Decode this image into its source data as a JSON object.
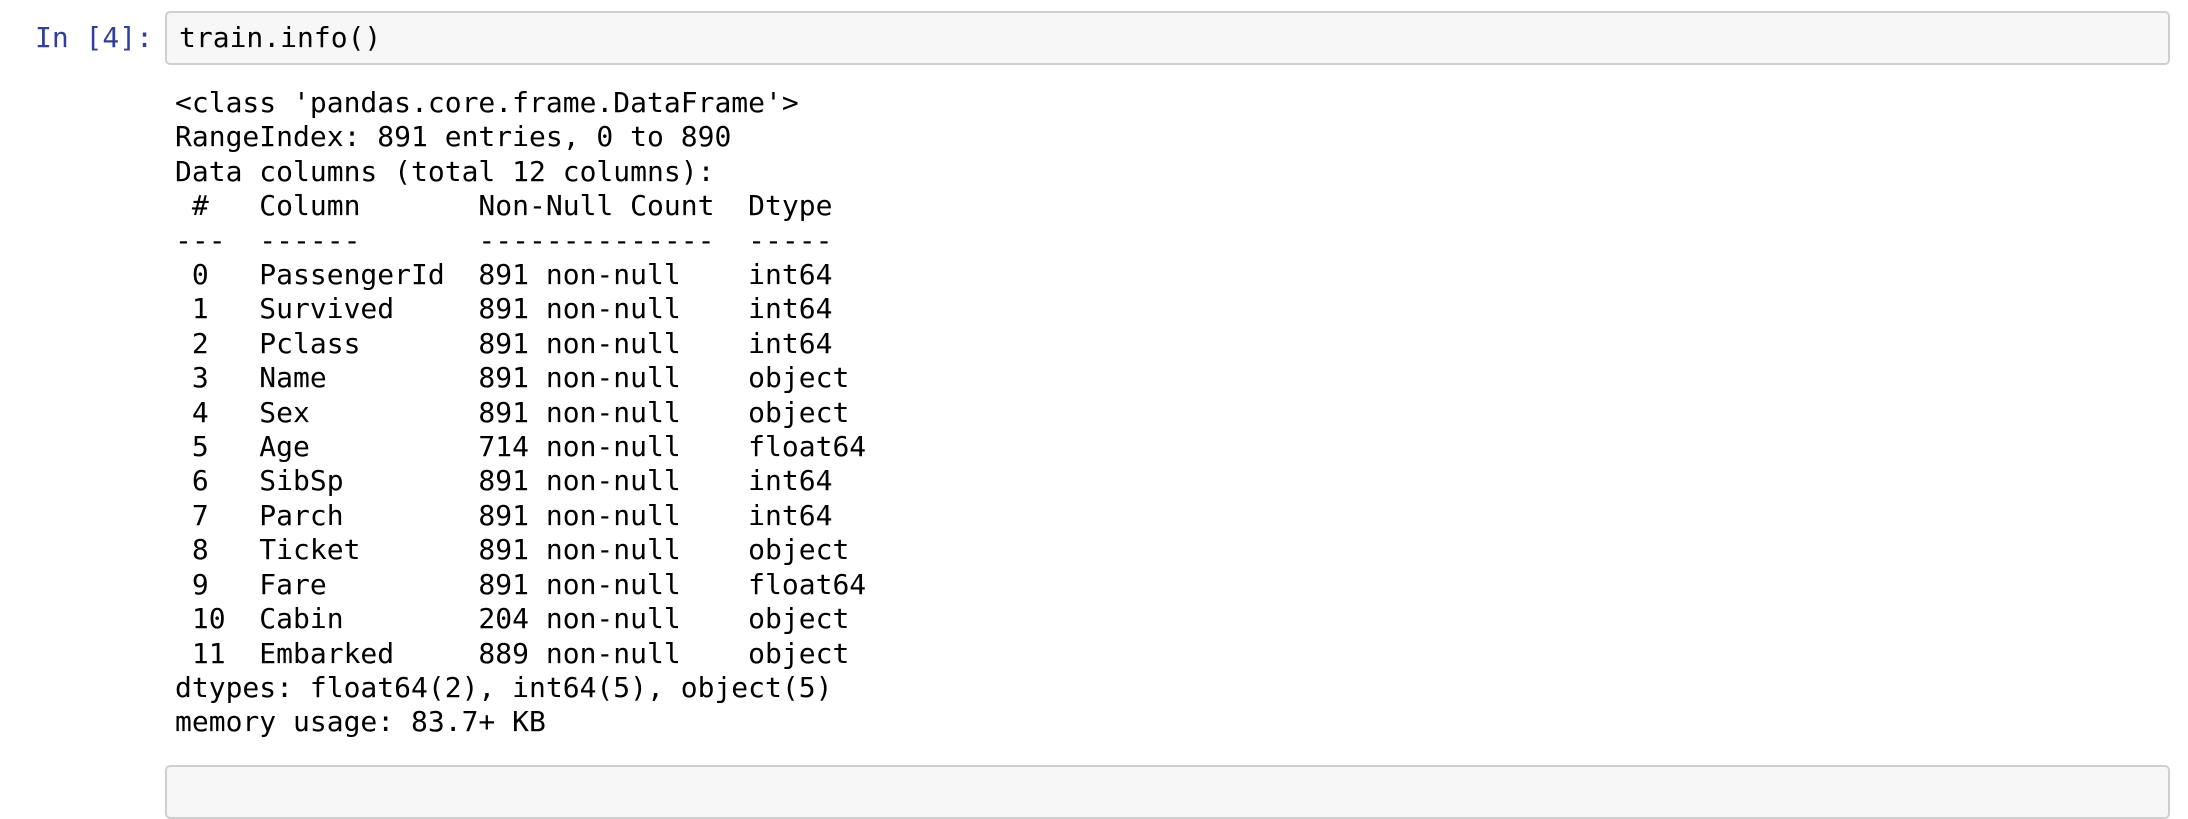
{
  "app": {
    "name": "Jupyter Notebook"
  },
  "colors": {
    "prompt_blue": "#303F9F",
    "cell_bg": "#F7F7F7",
    "cell_border": "#CFCFCF",
    "code_text": "#000000",
    "output_text": "#000000",
    "page_bg": "#FFFFFF"
  },
  "cell": {
    "prompt": "In [4]:",
    "code": "train.info()"
  },
  "output": {
    "lines": [
      "<class 'pandas.core.frame.DataFrame'>",
      "RangeIndex: 891 entries, 0 to 890",
      "Data columns (total 12 columns):",
      " #   Column       Non-Null Count  Dtype  ",
      "---  ------       --------------  -----  ",
      " 0   PassengerId  891 non-null    int64  ",
      " 1   Survived     891 non-null    int64  ",
      " 2   Pclass       891 non-null    int64  ",
      " 3   Name         891 non-null    object ",
      " 4   Sex          891 non-null    object ",
      " 5   Age          714 non-null    float64",
      " 6   SibSp        891 non-null    int64  ",
      " 7   Parch        891 non-null    int64  ",
      " 8   Ticket       891 non-null    object ",
      " 9   Fare         891 non-null    float64",
      " 10  Cabin        204 non-null    object ",
      " 11  Embarked     889 non-null    object ",
      "dtypes: float64(2), int64(5), object(5)",
      "memory usage: 83.7+ KB"
    ],
    "dataframe_class": "<class 'pandas.core.frame.DataFrame'>",
    "range_index": "RangeIndex: 891 entries, 0 to 890",
    "columns_total": "Data columns (total 12 columns):",
    "info_table": {
      "headers": [
        "#",
        "Column",
        "Non-Null Count",
        "Dtype"
      ],
      "rows": [
        [
          "0",
          "PassengerId",
          "891 non-null",
          "int64"
        ],
        [
          "1",
          "Survived",
          "891 non-null",
          "int64"
        ],
        [
          "2",
          "Pclass",
          "891 non-null",
          "int64"
        ],
        [
          "3",
          "Name",
          "891 non-null",
          "object"
        ],
        [
          "4",
          "Sex",
          "891 non-null",
          "object"
        ],
        [
          "5",
          "Age",
          "714 non-null",
          "float64"
        ],
        [
          "6",
          "SibSp",
          "891 non-null",
          "int64"
        ],
        [
          "7",
          "Parch",
          "891 non-null",
          "int64"
        ],
        [
          "8",
          "Ticket",
          "891 non-null",
          "object"
        ],
        [
          "9",
          "Fare",
          "891 non-null",
          "float64"
        ],
        [
          "10",
          "Cabin",
          "204 non-null",
          "object"
        ],
        [
          "11",
          "Embarked",
          "889 non-null",
          "object"
        ]
      ]
    },
    "dtypes_summary": "dtypes: float64(2), int64(5), object(5)",
    "memory_usage": "memory usage: 83.7+ KB"
  },
  "next_cell": {
    "prompt": "",
    "code": ""
  }
}
